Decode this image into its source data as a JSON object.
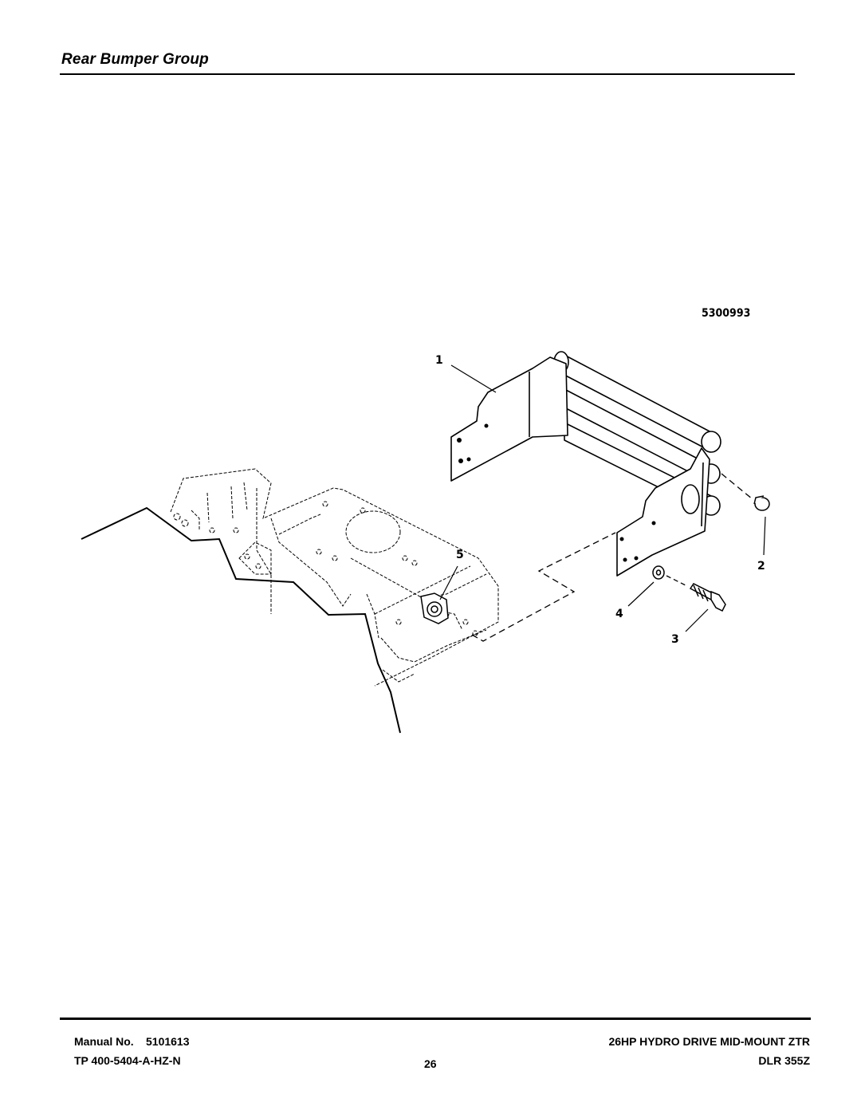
{
  "header": {
    "title": "Rear Bumper Group"
  },
  "diagram": {
    "drawing_number": "5300993",
    "callouts": [
      "1",
      "2",
      "3",
      "4",
      "5"
    ]
  },
  "footer": {
    "manual_label": "Manual No.",
    "manual_number": "5101613",
    "tp_number": "TP 400-5404-A-HZ-N",
    "page_number": "26",
    "product_name": "26HP HYDRO DRIVE MID-MOUNT ZTR",
    "model_number": "DLR 355Z"
  }
}
